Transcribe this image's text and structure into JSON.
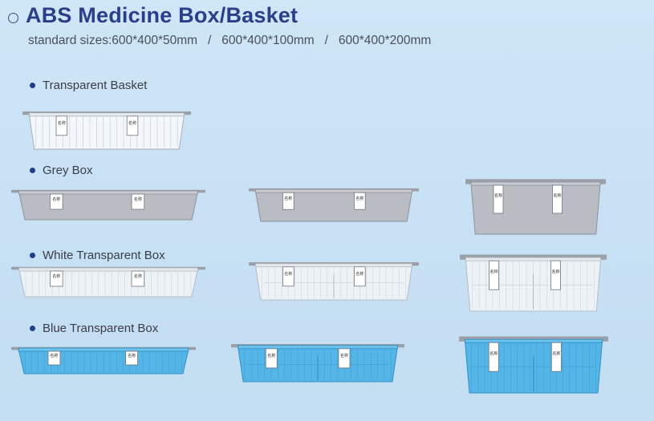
{
  "header": {
    "title": "ABS Medicine Box/Basket",
    "subtitle": "standard sizes:600*400*50mm   /   600*400*100mm   /   600*400*200mm"
  },
  "sections": [
    {
      "label": "Transparent Basket",
      "variant": "transparent-basket",
      "items": 1
    },
    {
      "label": "Grey Box",
      "variant": "grey",
      "items": 3
    },
    {
      "label": "White Transparent Box",
      "variant": "white",
      "items": 3
    },
    {
      "label": "Blue Transparent Box",
      "variant": "blue",
      "items": 3
    }
  ],
  "label_card_text": "名称",
  "colors": {
    "title": "#2a3e8a",
    "bullet": "#1f3f8c",
    "grey_box": "#b9bcc3",
    "blue_box": "#4fb3e6",
    "white_box": "#f4f7fa"
  }
}
